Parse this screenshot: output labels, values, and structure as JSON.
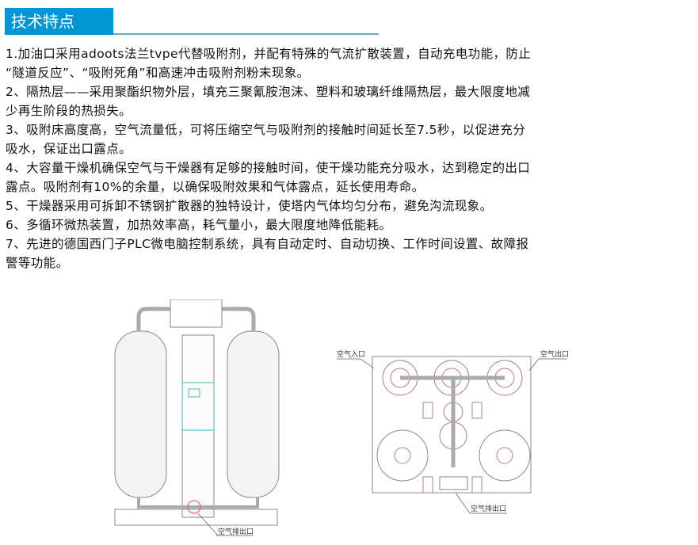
{
  "header": {
    "title": "技术特点",
    "accent": "#0096d6"
  },
  "paragraphs": [
    [
      "1.加油口采用adoots法兰tvpe代替吸附剂，并配有特殊的气流扩散装置，自动充电功能，防止",
      "“隧道反应”、“吸附死角”和高速冲击吸附剂粉末现象。"
    ],
    [
      "2、隔热层——采用聚酯织物外层，填充三聚氰胺泡沫、塑料和玻璃纤维隔热层，最大限度地减",
      "少再生阶段的热损失。"
    ],
    [
      "3、吸附床高度高，空气流量低，可将压缩空气与吸附剂的接触时间延长至7.5秒，以促进充分",
      "吸水，保证出口露点。"
    ],
    [
      "4、大容量干燥机确保空气与干燥器有足够的接触时间，使干燥功能充分吸水，达到稳定的出口",
      "露点。吸附剂有10%的余量，以确保吸附效果和气体露点，延长使用寿命。"
    ],
    [
      "5、干燥器采用可拆卸不锈钢扩散器的独特设计，使塔内气体均匀分布，避免沟流现象。"
    ],
    [
      "6、多循环微热装置，加热效率高，耗气量小，最大限度地降低能耗。"
    ],
    [
      "7、先进的德国西门子PLC微电脑控制系统，具有自动定时、自动切换、工作时间设置、故障报",
      "警等功能。"
    ]
  ],
  "diagram_front": {
    "outlet_label": "空气排出口"
  },
  "diagram_top": {
    "inlet_label": "空气入口",
    "outlet_label": "空气出口",
    "exhaust_label": "空气排出口"
  }
}
